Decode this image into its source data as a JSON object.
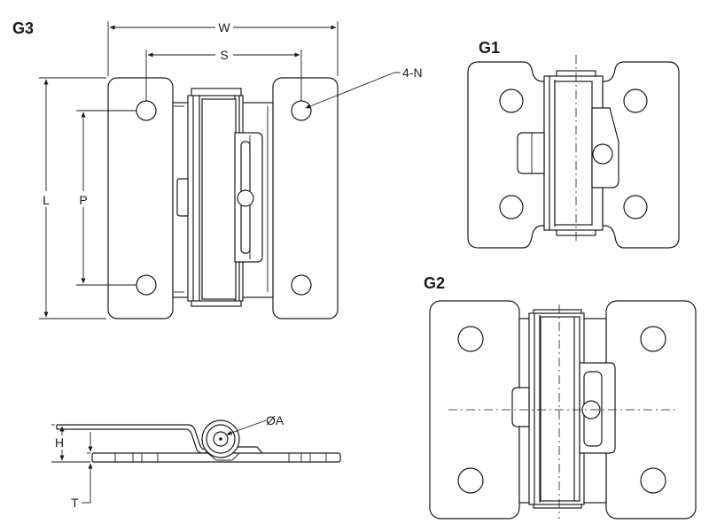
{
  "views": {
    "g3": "G3",
    "g1": "G1",
    "g2": "G2"
  },
  "dimensions": {
    "w": "W",
    "s": "S",
    "n": "4-N",
    "l": "L",
    "p": "P",
    "a": "ØA",
    "h": "H",
    "t": "T"
  },
  "colors": {
    "line": "#1a1a1a",
    "fill": "#ffffff"
  }
}
